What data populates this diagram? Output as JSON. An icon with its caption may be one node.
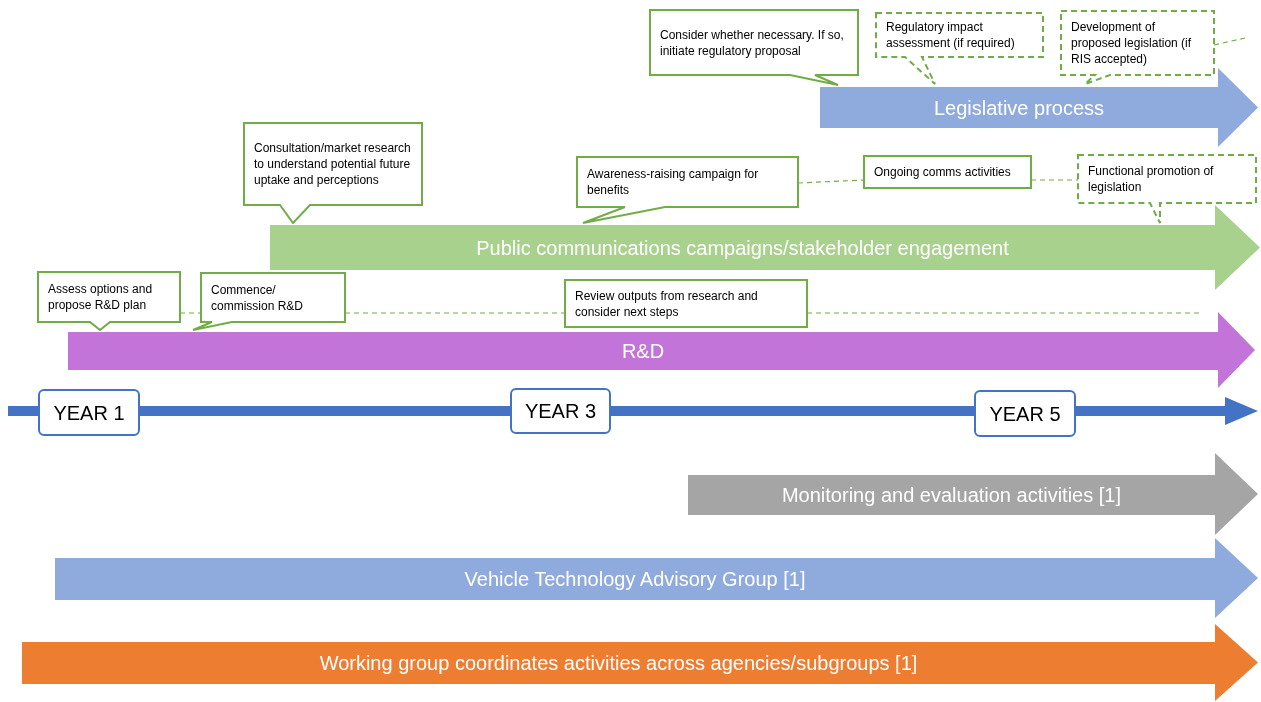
{
  "diagram": {
    "nodes": [
      {
        "text": [
          "Consider whether necessary. If so, initiate regulatory proposal"
        ]
      },
      {
        "text": [
          "Regulatory impact assessment (if required)"
        ]
      },
      {
        "text": [
          "Development of proposed legislation (if RIS accepted)"
        ]
      },
      {
        "text": [
          "Legislative process"
        ]
      },
      {
        "text": [
          "Consultation/market research to understand potential future uptake and perceptions"
        ]
      },
      {
        "text": [
          "Awareness-raising campaign for benefits"
        ]
      },
      {
        "text": [
          "Ongoing comms activities"
        ]
      },
      {
        "text": [
          "Functional promotion of legislation"
        ]
      },
      {
        "text": [
          "Public communications campaigns/stakeholder engagement"
        ]
      },
      {
        "text": [
          "Assess options and propose R&D plan"
        ]
      },
      {
        "text": [
          "Commence/ commission R&D"
        ]
      },
      {
        "text": [
          "Review outputs from research and consider next steps"
        ]
      },
      {
        "text": [
          "R&D"
        ]
      },
      {
        "text": [
          "YEAR 1"
        ]
      },
      {
        "text": [
          "YEAR 3"
        ]
      },
      {
        "text": [
          "YEAR 5"
        ]
      },
      {
        "text": [
          "Monitoring and evaluation activities [1]"
        ]
      },
      {
        "text": [
          "Vehicle Technology Advisory Group [1]"
        ]
      },
      {
        "text": [
          "Working group coordinates activities across agencies/subgroups [1]"
        ]
      }
    ],
    "edges": [
      {
        "from": 9,
        "to": 10,
        "arrow": "none",
        "style": "dashed"
      },
      {
        "from": 10,
        "to": 11,
        "arrow": "none",
        "style": "dashed"
      },
      {
        "from": 11,
        "to": null,
        "arrow": "none",
        "style": "dashed"
      },
      {
        "from": 5,
        "to": 6,
        "arrow": "none",
        "style": "dashed"
      },
      {
        "from": 6,
        "to": 7,
        "arrow": "none",
        "style": "dashed"
      },
      {
        "from": 2,
        "to": null,
        "arrow": "none",
        "style": "dashed"
      }
    ]
  }
}
